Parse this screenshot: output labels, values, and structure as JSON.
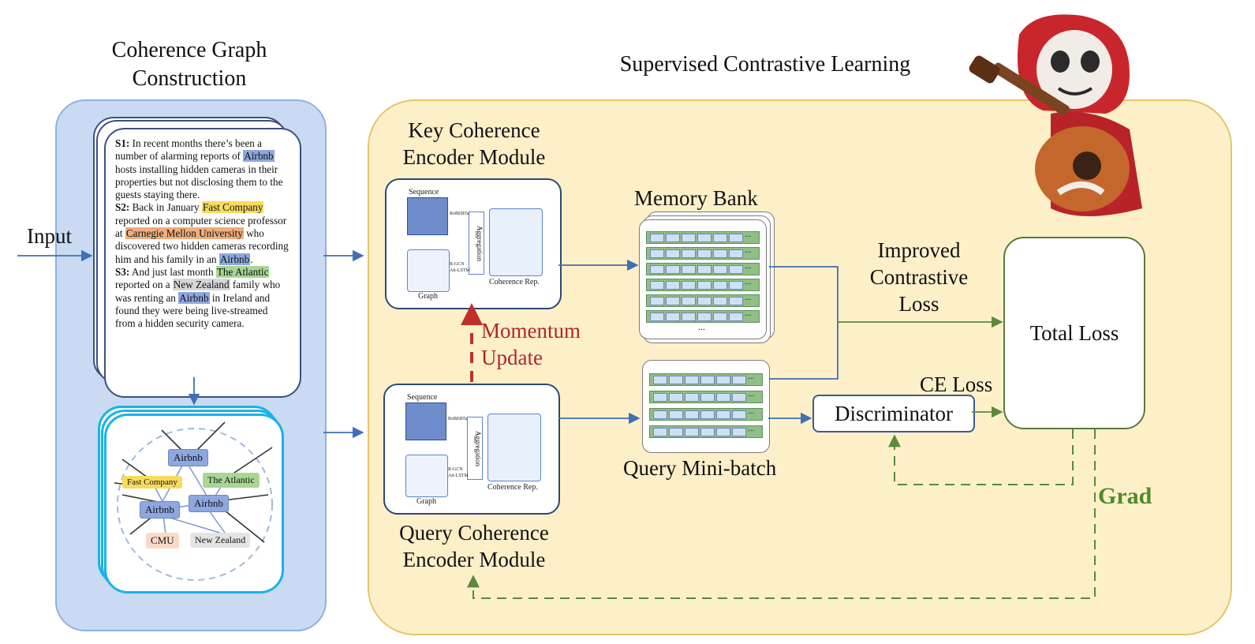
{
  "titles": {
    "coherence_graph": "Coherence Graph Construction",
    "coherence_graph_l1": "Coherence Graph",
    "coherence_graph_l2": "Construction",
    "supervised": "Supervised Contrastive Learning"
  },
  "input_label": "Input",
  "document": {
    "s1_tag": "S1:",
    "s1_a": " In recent months there’s been a number of alarming reports of ",
    "s1_ent": "Airbnb",
    "s1_b": " hosts installing hidden cameras in their properties but not disclosing them to the guests staying there.",
    "s2_tag": "S2:",
    "s2_a": "  Back in January ",
    "s2_ent1": "Fast Company",
    "s2_b": " reported on a computer science professor at ",
    "s2_ent2": "Carnegie Mellon University",
    "s2_c": " who discovered two hidden cameras recording him and his family in an ",
    "s2_ent3": "Airbnb",
    "s2_d": ".",
    "s3_tag": "S3:",
    "s3_a": " And just last month ",
    "s3_ent1": "The Atlantic",
    "s3_b": " reported on a ",
    "s3_ent2": "New Zealand",
    "s3_c": " family who was renting an ",
    "s3_ent3": "Airbnb",
    "s3_d": " in Ireland and found they were being live-streamed from a hidden security camera."
  },
  "graph_nodes": {
    "airbnb_top": "Airbnb",
    "fast_company": "Fast Company",
    "the_atlantic": "The Atlantic",
    "airbnb_left": "Airbnb",
    "airbnb_right": "Airbnb",
    "cmu": "CMU",
    "new_zealand": "New Zealand"
  },
  "key_encoder": {
    "title_l1": "Key Coherence",
    "title_l2": "Encoder Module",
    "sequence": "Sequence",
    "graph": "Graph",
    "aggregation": "Aggregation",
    "coherence_rep": "Coherence Rep.",
    "roberta": "RoBERTa",
    "rgcn": "R-GCN",
    "attlstm": "Att-LSTM"
  },
  "query_encoder": {
    "title_l1": "Query Coherence",
    "title_l2": "Encoder Module",
    "sequence": "Sequence",
    "graph": "Graph",
    "aggregation": "Aggregation",
    "coherence_rep": "Coherence Rep.",
    "roberta": "RoBERTa",
    "rgcn": "R-GCN",
    "attlstm": "Att-LSTM"
  },
  "momentum": {
    "l1": "Momentum",
    "l2": "Update"
  },
  "memory_bank": {
    "label": "Memory Bank",
    "ellipsis": "..."
  },
  "query_batch": {
    "label": "Query Mini-batch"
  },
  "improved_loss": {
    "l1": "Improved",
    "l2": "Contrastive",
    "l3": "Loss"
  },
  "ce_loss": "CE Loss",
  "discriminator": "Discriminator",
  "total_loss": "Total Loss",
  "grad": "Grad",
  "colors": {
    "left_panel": "#c9daf2",
    "right_panel": "#fdf0c9",
    "arrow_blue": "#3f6fb4",
    "arrow_green": "#5a8a3a",
    "momentum_red": "#b0262a",
    "grad_green": "#4f8a2a"
  }
}
